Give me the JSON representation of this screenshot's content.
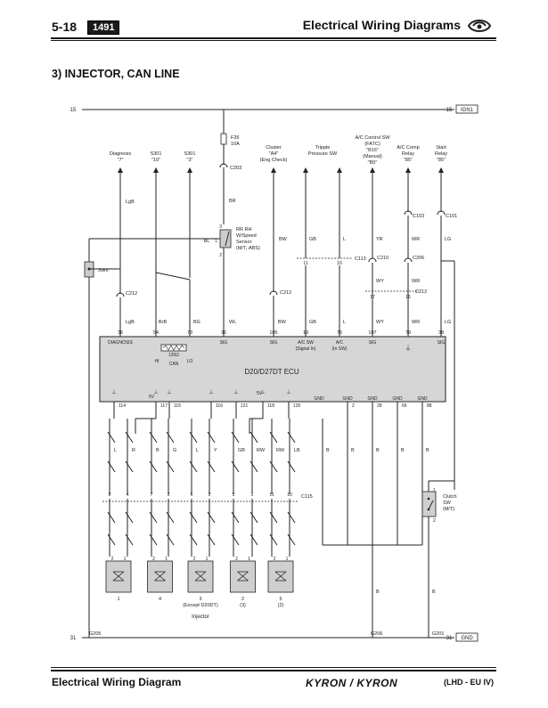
{
  "header": {
    "page_number": "5-18",
    "page_badge": "1491",
    "title": "Electrical Wiring Diagrams",
    "logo_icon": "ssangyong-logo-icon"
  },
  "section_title": "3)  INJECTOR, CAN LINE",
  "diagram": {
    "top_rail": {
      "left_label": "15",
      "right_label": "15",
      "tag": "IGN1"
    },
    "bottom_rail": {
      "left_label": "31",
      "right_label": "31",
      "tag": "GND"
    },
    "fuse": {
      "name": "F26",
      "rating": "10A"
    },
    "connectors": {
      "c203": "C203",
      "c212": "C212",
      "c212b": "C212",
      "c212c": "C212",
      "c113": "C113",
      "c210": "C210",
      "c206": "C206",
      "c103": "C103",
      "c101": "C101",
      "c115": "C115"
    },
    "top_components": [
      {
        "label": "Diagnosis",
        "sub": "\"7\""
      },
      {
        "label": "S301",
        "sub": "\"10\""
      },
      {
        "label": "S301",
        "sub": "\"3\""
      },
      {
        "label": "Cluster",
        "sub": "\"A4\"",
        "sub2": "(Eng Check)"
      },
      {
        "label": "Tripple",
        "sub": "Pressure SW"
      },
      {
        "label": "A/C Control SW",
        "sub": "(FATC)",
        "sub2": "\"B16\"",
        "sub3": "(Manual)",
        "sub4": "\"B5\""
      },
      {
        "label": "A/C Comp",
        "sub": "Relay",
        "sub2": "\"85\""
      },
      {
        "label": "Start",
        "sub": "Relay",
        "sub2": "\"85\""
      }
    ],
    "sensor": {
      "line1": "RR RH",
      "line2": "W/Speed",
      "line3": "Sensor",
      "line4": "(M/T,-ABS)",
      "pin_left": "1",
      "pin_top": "3",
      "pin_bottom": "2",
      "wire": "BL"
    },
    "joint_label": "Joint",
    "wire_colors_upper": {
      "diag": "LgB",
      "br": "BR",
      "bw": "BW",
      "gb": "GB",
      "l": "L",
      "yr": "YR",
      "wr": "WR",
      "lg": "LG",
      "wy": "WY",
      "wr2": "WR"
    },
    "wire_colors_lower": [
      "LgB",
      "BrB",
      "BG",
      "WL",
      "BW",
      "GB",
      "L",
      "WY",
      "WR",
      "LG"
    ],
    "ecu_pins_top": [
      "36",
      "54",
      "73",
      "36",
      "105",
      "19",
      "76",
      "107",
      "79",
      "38"
    ],
    "ecu_pin_labels": {
      "diagnosis": "DIAGNOSIS",
      "sig1": "SIG",
      "sig2": "SIG",
      "sig3": "SIG",
      "ac_sig": "A/C SW",
      "ac_sig2": "(Signal In)",
      "ac_in": "A/C",
      "ac_in2": "(In SW)",
      "sig4": "SIG"
    },
    "can": {
      "resistor": "120Ω",
      "hi": "HI",
      "lo": "LO",
      "name": "CAN"
    },
    "ecu_name": "D20/D27DT ECU",
    "ecu_5v_1": "5V",
    "ecu_5v_2": "5V",
    "ecu_gnd_labels": [
      "GND",
      "GND",
      "GND",
      "GND",
      "GND"
    ],
    "ecu_pins_bottom": [
      "114",
      "117",
      "115",
      "116",
      "121",
      "118",
      "120",
      "2",
      "28",
      "66",
      "88"
    ],
    "injector_wire_colors": [
      [
        "L",
        "R"
      ],
      [
        "B",
        "G"
      ],
      [
        "L",
        "Y"
      ],
      [
        "GB",
        "RW"
      ],
      [
        "RW",
        "LB"
      ]
    ],
    "ground_wire": "B",
    "c115_pins": [
      [
        "8",
        "4"
      ],
      [
        "7",
        "3"
      ],
      [
        "6",
        "2"
      ],
      [
        "5",
        "1"
      ],
      [
        "11",
        "10"
      ]
    ],
    "injector_pins": [
      "2",
      "1"
    ],
    "injectors": [
      {
        "num": "1",
        "note": ""
      },
      {
        "num": "4",
        "note": ""
      },
      {
        "num": "3",
        "note": "(Except D20DT)"
      },
      {
        "num": "2",
        "note": "(3)"
      },
      {
        "num": "5",
        "note": "(2)"
      }
    ],
    "injector_label": "Injector",
    "clutch": {
      "line1": "Clutch",
      "line2": "SW",
      "line3": "(M/T)",
      "pin_top": "1",
      "pin_bottom": "2"
    },
    "grounds": {
      "g205": "G205",
      "g206": "G206",
      "g201": "G201"
    }
  },
  "footer": {
    "title": "Electrical Wiring Diagram",
    "model": "KYRON / KYRON",
    "suffix": "(LHD - EU IV)"
  }
}
